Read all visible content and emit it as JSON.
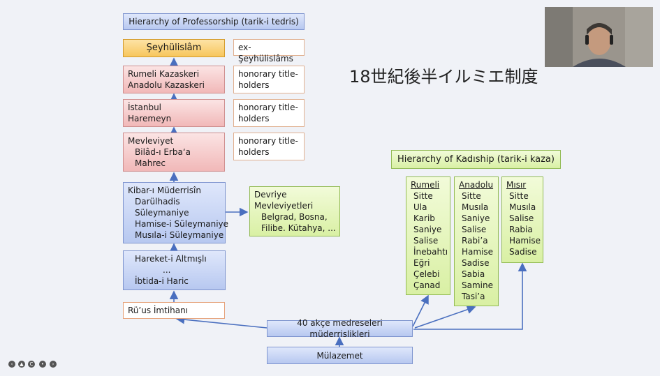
{
  "prof": {
    "header": "Hierarchy of Professorship (tarik-i tedris)",
    "seyhulislam": "Şeyhülislâm",
    "ex_seyhulislam": "ex-Şeyhülislâms",
    "kazasker": [
      "Rumeli Kazaskeri",
      "Anadolu Kazaskeri"
    ],
    "honorary": "honorary title-holders",
    "honorary_lines": [
      "honorary title-",
      "holders"
    ],
    "istanbul": [
      "İstanbul",
      "Haremeyn"
    ],
    "mevleviyet": [
      "Mevleviyet",
      "Bilâd-ı Erba‘a",
      "Mahrec"
    ],
    "kibar": [
      "Kibar-ı Müderrisîn",
      "Darülhadis",
      "Süleymaniye",
      "Hamise-i Süleymaniye",
      "Musıla-i Süleymaniye"
    ],
    "devriye": [
      "Devriye",
      "Mevleviyetleri",
      "Belgrad, Bosna,",
      "Filibe. Kütahya, ..."
    ],
    "hareket": [
      "Hareket-i Altmışlı",
      "...",
      "İbtida-i Haric"
    ],
    "rus": "Rü’us İmtihanı",
    "akce": "40 akçe medreseleri müderrislikleri",
    "mulazemet": "Mülazemet"
  },
  "kadi": {
    "header": "Hierarchy of Kadıship (tarik-i kaza)",
    "rumeli": {
      "title": "Rumeli",
      "items": [
        "Sitte",
        "Ula",
        "Karib",
        "Saniye",
        "Salise",
        "İnebahtı",
        "Eğri",
        "Çelebi",
        "Çanad"
      ]
    },
    "anadolu": {
      "title": "Anadolu",
      "items": [
        "Sitte",
        "Musıla",
        "Saniye",
        "Salise",
        "Rabi’a",
        "Hamise",
        "Sadise",
        "Sabia",
        "Samine",
        "Tasi’a"
      ]
    },
    "misir": {
      "title": "Mısır",
      "items": [
        "Sitte",
        "Musıla",
        "Salise",
        "Rabia",
        "Hamise",
        "Sadise"
      ]
    }
  },
  "jp_title": "18世紀後半イルミエ制度",
  "colors": {
    "blue": "#b7c8f0",
    "red": "#f1b8b8",
    "orange": "#f7c65c",
    "green": "#d9f0a4",
    "arrow": "#4a6fbf"
  }
}
